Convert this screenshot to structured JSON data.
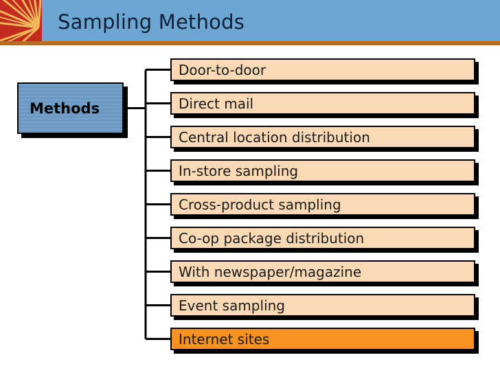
{
  "header": {
    "title": "Sampling Methods",
    "bar_color": "#6CA6D1",
    "accent_stripe_color": "#B26E26",
    "logo_background": "#C22B1E",
    "logo_ray_color": "#F2B85C",
    "logo_icon_name": "red-starburst-logo"
  },
  "diagram": {
    "type": "tree",
    "root": {
      "label": "Methods",
      "fill": "#5E93C0",
      "border": "#000000"
    },
    "leaf_fill": "#FBD9B4",
    "leaf_highlight_fill": "#F7931E",
    "connector_color": "#000000",
    "items": [
      {
        "label": "Door-to-door",
        "highlight": false
      },
      {
        "label": "Direct mail",
        "highlight": false
      },
      {
        "label": "Central location distribution",
        "highlight": false
      },
      {
        "label": "In-store sampling",
        "highlight": false
      },
      {
        "label": "Cross-product sampling",
        "highlight": false
      },
      {
        "label": "Co-op package distribution",
        "highlight": false
      },
      {
        "label": "With newspaper/magazine",
        "highlight": false
      },
      {
        "label": "Event sampling",
        "highlight": false
      },
      {
        "label": "Internet sites",
        "highlight": true
      }
    ]
  }
}
